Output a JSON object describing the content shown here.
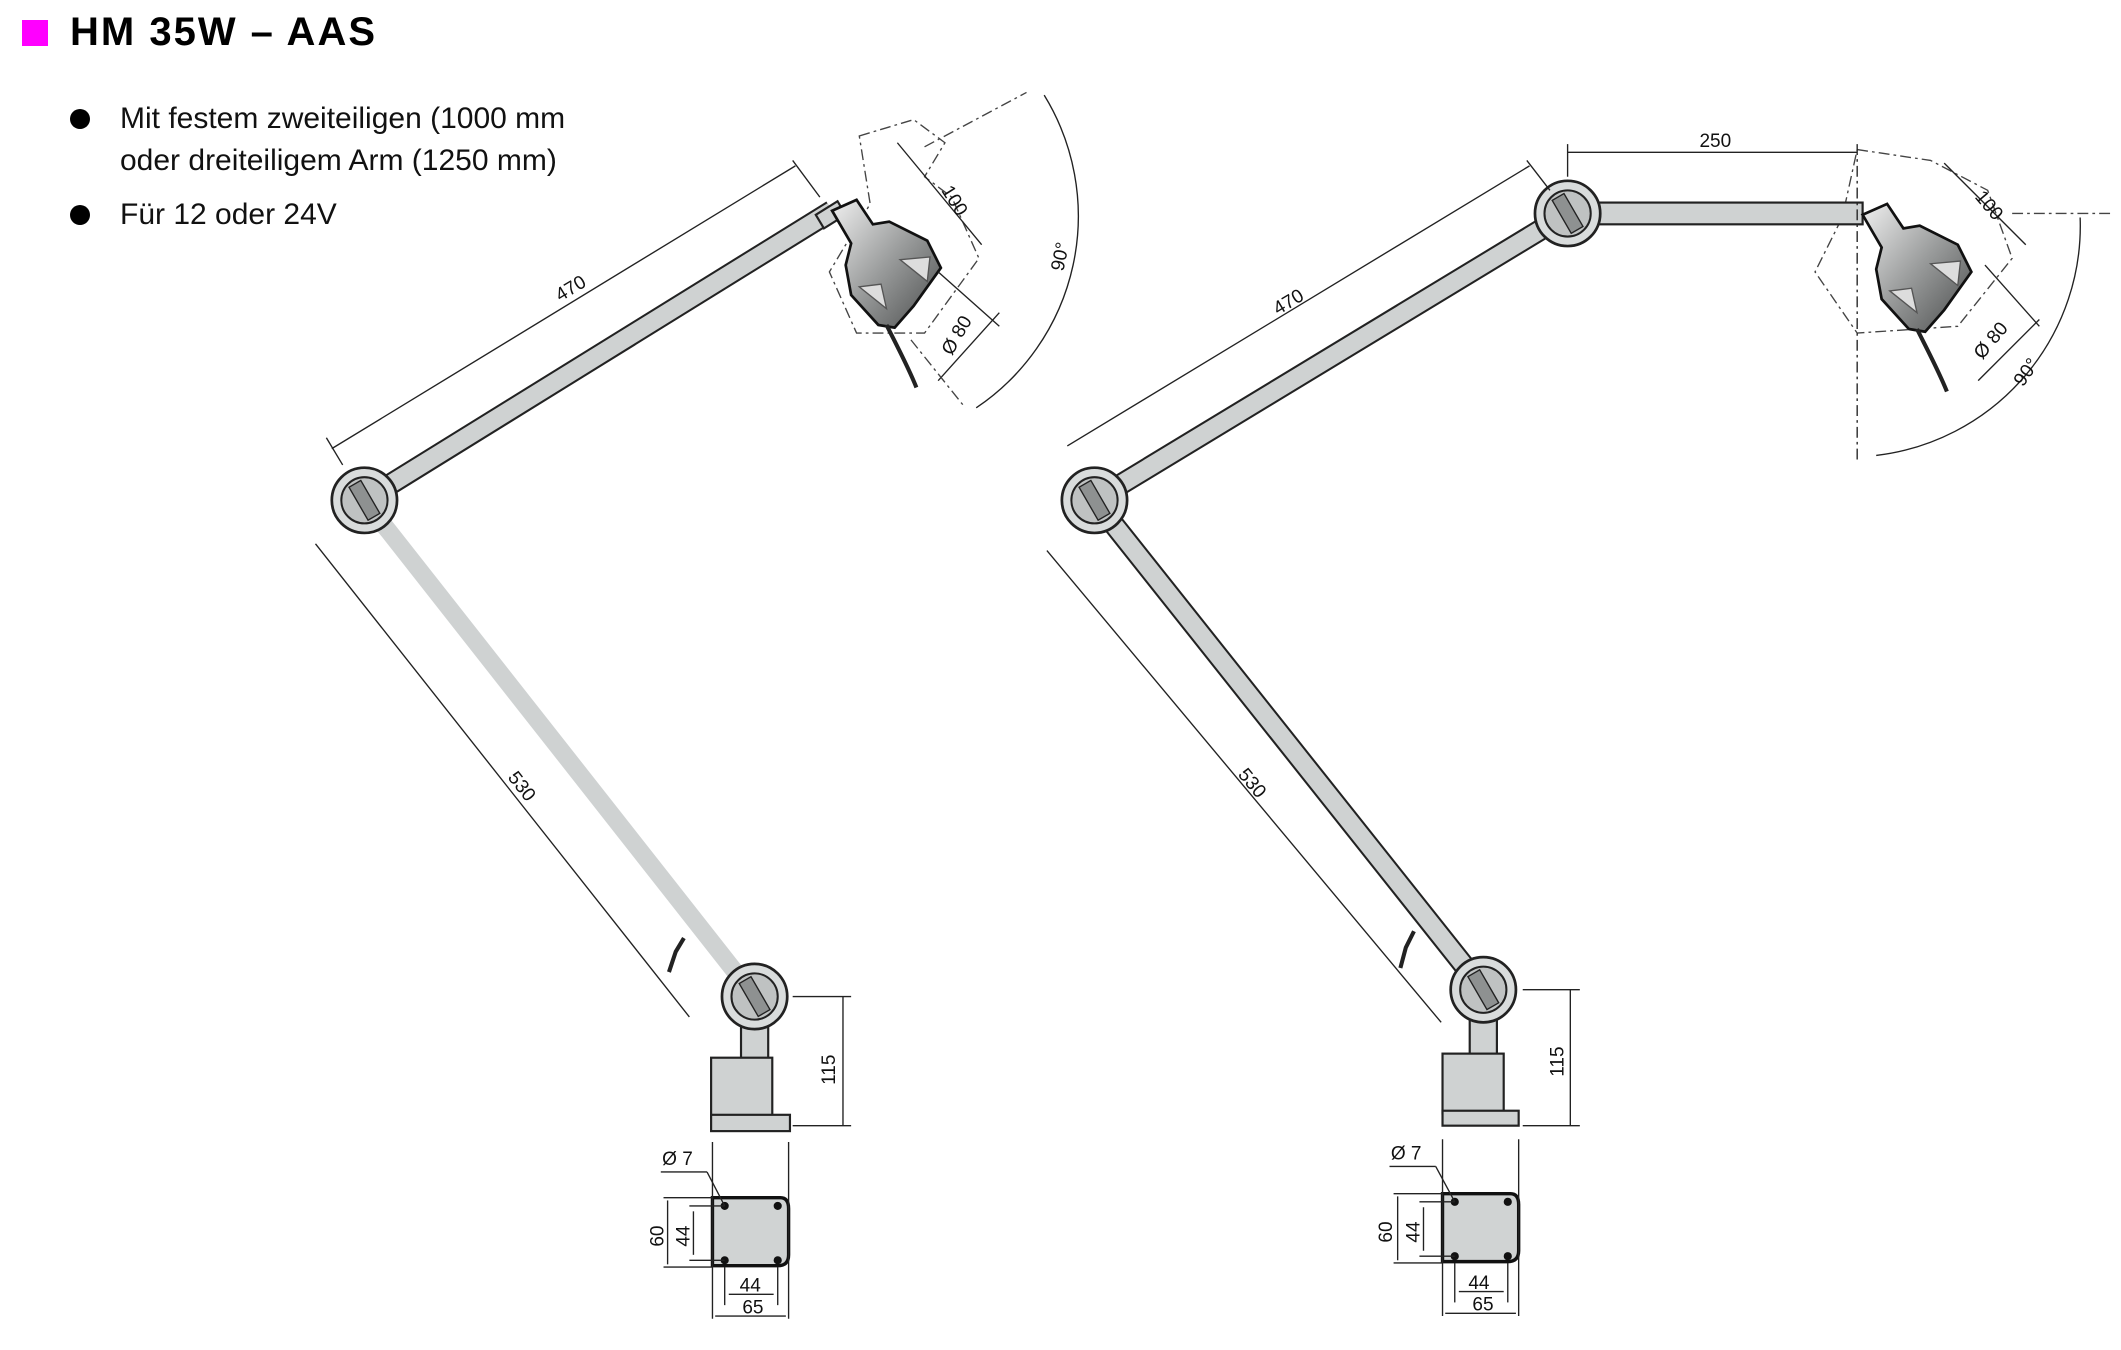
{
  "header": {
    "title": "HM 35W – AAS",
    "accent_color": "#ff00ff"
  },
  "features": [
    {
      "text_line1": "Mit festem zweiteiligen (1000 mm",
      "text_line2": "oder dreiteiligem Arm (1250 mm)"
    },
    {
      "text_line1": "Für 12 oder 24V"
    }
  ],
  "left_lamp": {
    "upper_arm": "470",
    "lower_arm": "530",
    "base_height": "115",
    "head_length": "100",
    "head_diameter": "Ø 80",
    "tilt": "90°",
    "hole": "Ø 7",
    "plate_height": "60",
    "hole_spacing_v": "44",
    "hole_spacing_h": "44",
    "plate_width": "65"
  },
  "right_lamp": {
    "top_arm": "250",
    "upper_arm": "470",
    "lower_arm": "530",
    "base_height": "115",
    "head_length": "100",
    "head_diameter": "Ø 80",
    "tilt": "90°",
    "hole": "Ø 7",
    "plate_height": "60",
    "hole_spacing_v": "44",
    "hole_spacing_h": "44",
    "plate_width": "65"
  }
}
